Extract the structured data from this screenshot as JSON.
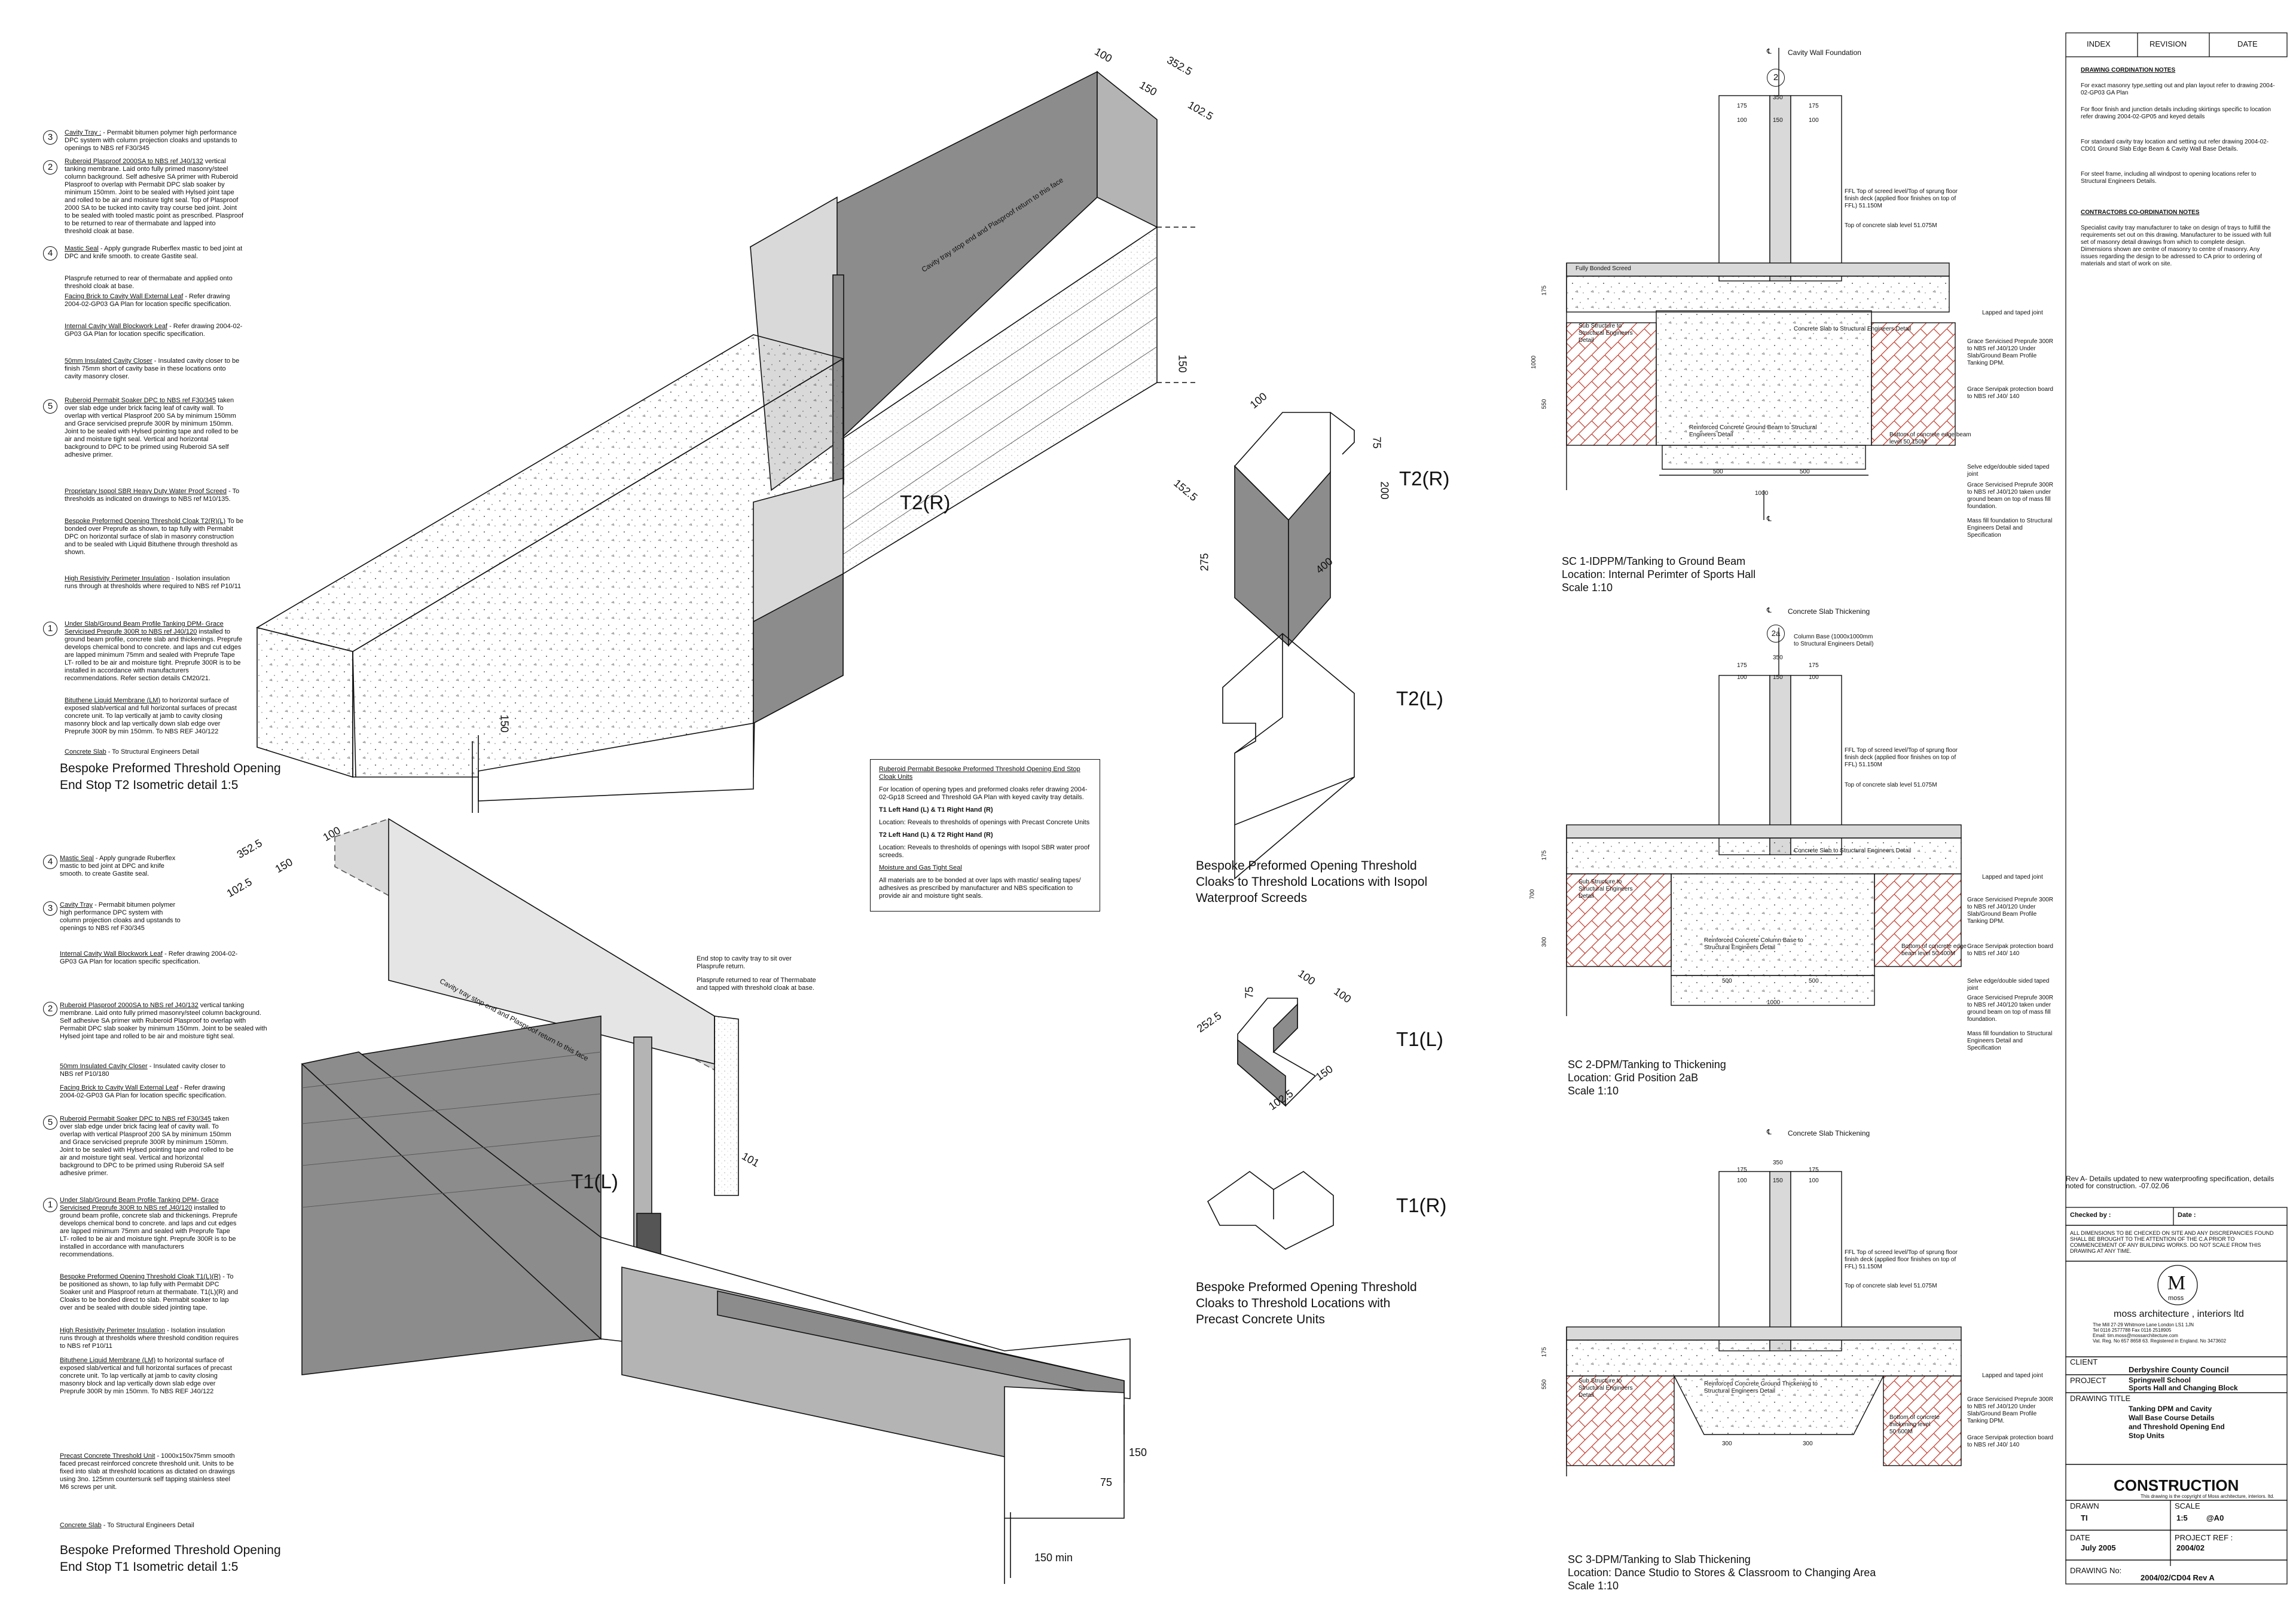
{
  "iso_t2": {
    "title": "Bespoke Preformed Threshold Opening",
    "subtitle": "End Stop T2  Isometric detail 1:5",
    "tag": "T2(R)",
    "tray_label": "Cavity tray stop end and Plasproof return to this face",
    "dims": [
      "100",
      "352.5",
      "150",
      "102.5",
      "150",
      "150"
    ],
    "notes": [
      {
        "num": "3",
        "head": "Cavity Tray :",
        "body": "- Permabit bitumen polymer high performance DPC system with column projection cloaks and upstands to openings to NBS ref F30/345"
      },
      {
        "num": "2",
        "head": "Ruberoid Plasproof 2000SA to NBS ref J40/132",
        "body": "vertical tanking membrane. Laid onto fully primed masonry/steel column background. Self adhesive SA primer with Ruberoid Plasproof to overlap with Permabit DPC slab soaker by minimum 150mm. Joint to be sealed with Hylsed joint tape and rolled to be air and moisture tight seal. Top of Plasproof 2000 SA to be tucked into cavity tray course bed joint. Joint to be sealed with tooled mastic point as prescribed. Plasproof to be returned to rear of thermabate and lapped into threshold cloak at base."
      },
      {
        "num": "4",
        "head": "Mastic Seal",
        "body": "- Apply gungrade Ruberflex mastic to bed joint at DPC and knife smooth. to create Gastite seal."
      },
      {
        "num": "",
        "head": "",
        "body": "Plasprufe returned to rear of thermabate and applied onto threshold cloak at base."
      },
      {
        "num": "",
        "head": "Facing Brick to Cavity Wall External Leaf",
        "body": "- Refer drawing 2004-02-GP03 GA Plan for location specific specification."
      },
      {
        "num": "",
        "head": "Internal Cavity Wall Blockwork Leaf",
        "body": "- Refer drawing 2004-02-GP03 GA Plan for location specific specification."
      },
      {
        "num": "",
        "head": "50mm Insulated Cavity Closer",
        "body": "- Insulated cavity closer to be finish 75mm short of cavity base in these locations onto cavity masonry closer."
      },
      {
        "num": "5",
        "head": "Ruberoid Permabit Soaker DPC to NBS ref F30/345",
        "body": "taken over slab edge under brick facing leaf of cavity wall. To overlap with vertical Plasproof 200 SA by minimum 150mm and Grace servicised preprufe 300R by minimum 150mm. Joint to be sealed with Hylsed pointing tape and rolled to be air and moisture tight seal. Vertical and horizontal background to DPC to be primed using Ruberoid SA self adhesive primer."
      },
      {
        "num": "",
        "head": "Proprietary Isopol SBR Heavy Duty Water Proof Screed",
        "body": "- To thresholds as indicated on drawings to NBS ref M10/135."
      },
      {
        "num": "",
        "head": "Bespoke Preformed Opening Threshold Cloak T2(R)(L)",
        "body": "To be bonded over Preprufe as shown, to tap fully with Permabit DPC on horizontal surface of slab in masonry construction and to be sealed with Liquid Bituthene through threshold as shown."
      },
      {
        "num": "",
        "head": "High Resistivity Perimeter Insulation",
        "body": "- Isolation insulation runs through at thresholds where required to NBS ref P10/11"
      },
      {
        "num": "1",
        "head": "Under Slab/Ground Beam Profile Tanking DPM- Grace Servicised Preprufe 300R to NBS ref J40/120",
        "body": "installed to ground beam profile, concrete slab and thickenings. Preprufe develops chemical bond to concrete. and laps and cut edges are lapped minimum 75mm and sealed with Preprufe Tape LT- rolled to be air and moisture tight. Preprufe 300R is to be installed in accordance with manufacturers recommendations. Refer section details CM20/21."
      },
      {
        "num": "",
        "head": "Bituthene Liquid Membrane (LM)",
        "body": "to horizontal surface of exposed slab/vertical and full horizontal surfaces of precast concrete unit. To lap vertically at jamb to cavity closing masonry block and lap vertically down slab edge over Preprufe 300R by min 150mm. To NBS REF J40/122"
      },
      {
        "num": "",
        "head": "Concrete Slab",
        "body": "- To Structural Engineers Detail"
      }
    ]
  },
  "iso_t1": {
    "title": "Bespoke Preformed Threshold Opening",
    "subtitle": "End Stop T1  Isometric detail 1:5",
    "tag": "T1(L)",
    "tray_label": "Cavity tray stop end and Plasproof return to this face",
    "dims": [
      "352.5",
      "150",
      "100",
      "102.5",
      "101",
      "150",
      "75",
      "150 min"
    ],
    "side_notes": [
      "End stop to cavity tray to sit over Plasprufe return.",
      "Plasprufe returned to rear of Thermabate and tapped with threshold cloak at base."
    ],
    "notes": [
      {
        "num": "4",
        "head": "Mastic Seal",
        "body": "- Apply gungrade Ruberflex mastic to bed joint at DPC and knife smooth. to create Gastite seal."
      },
      {
        "num": "3",
        "head": "Cavity Tray",
        "body": "- Permabit bitumen polymer high performance DPC system with column projection cloaks and upstands to openings to NBS ref F30/345"
      },
      {
        "num": "",
        "head": "Internal Cavity Wall Blockwork Leaf",
        "body": "- Refer drawing 2004-02-GP03 GA Plan for location specific specification."
      },
      {
        "num": "2",
        "head": "Ruberoid Plasproof 2000SA to NBS ref J40/132",
        "body": "vertical tanking membrane. Laid onto fully primed masonry/steel column background. Self adhesive SA primer with Ruberoid Plasproof to overlap with Permabit DPC slab soaker by minimum 150mm. Joint to be sealed with Hylsed joint tape and rolled to be air and moisture tight seal."
      },
      {
        "num": "",
        "head": "50mm Insulated Cavity Closer",
        "body": "- Insulated cavity closer to NBS ref P10/180"
      },
      {
        "num": "",
        "head": "Facing Brick to Cavity Wall External Leaf",
        "body": "- Refer drawing 2004-02-GP03 GA Plan for location specific specification."
      },
      {
        "num": "5",
        "head": "Ruberoid Permabit Soaker DPC to NBS ref F30/345",
        "body": "taken over slab edge under brick facing leaf of cavity wall. To overlap with vertical Plasproof 200 SA by minimum 150mm and Grace servicised preprufe 300R by minimum 150mm. Joint to be sealed with Hylsed pointing tape and rolled to be air and moisture tight seal. Vertical and horizontal background to DPC to be primed using Ruberoid SA self adhesive primer."
      },
      {
        "num": "1",
        "head": "Under Slab/Ground Beam Profile Tanking DPM- Grace Servicised Preprufe 300R to NBS ref J40/120",
        "body": "installed to ground beam profile, concrete slab and thickenings. Preprufe develops chemical bond to concrete. and laps and cut edges are lapped minimum 75mm and sealed with Preprufe Tape LT- rolled to be air and moisture tight. Preprufe 300R is to be installed in accordance with manufacturers recommendations."
      },
      {
        "num": "",
        "head": "Bespoke Preformed Opening Threshold Cloak T1(L)(R)",
        "body": "- To be positioned as shown, to lap fully with Permabit DPC Soaker unit and Plasproof return at thermabate. T1(L)(R) and Cloaks to be bonded direct to slab. Permabit soaker to lap over and be sealed with double sided jointing tape."
      },
      {
        "num": "",
        "head": "High Resistivity Perimeter Insulation",
        "body": "- Isolation insulation runs through at thresholds where threshold condition requires to NBS ref P10/11"
      },
      {
        "num": "",
        "head": "Bituthene Liquid Membrane (LM)",
        "body": "to horizontal surface of exposed slab/vertical and full horizontal surfaces of precast concrete unit. To lap vertically at jamb to cavity closing masonry block and lap vertically down slab edge over Preprufe 300R by min 150mm. To NBS REF J40/122"
      },
      {
        "num": "",
        "head": "Precast Concrete Threshold Unit",
        "body": "- 1000x150x75mm smooth faced precast reinforced concrete threshold unit. Units to be fixed into slab at threshold locations as dictated on drawings using 3no. 125mm countersunk self tapping stainless steel M6 screws per unit."
      },
      {
        "num": "",
        "head": "Concrete Slab",
        "body": "- To Structural Engineers Detail"
      }
    ]
  },
  "cloaks": {
    "t2r": {
      "tag": "T2(R)",
      "dims": [
        "100",
        "75",
        "200",
        "152.5",
        "275",
        "400"
      ]
    },
    "t2l": {
      "tag": "T2(L)"
    },
    "caption_isopol": [
      "Bespoke Preformed Opening Threshold",
      "Cloaks to Threshold Locations with Isopol",
      "Waterproof Screeds"
    ],
    "t1l": {
      "tag": "T1(L)",
      "dims": [
        "100",
        "75",
        "252.5",
        "100",
        "102.5",
        "150"
      ]
    },
    "t1r": {
      "tag": "T1(R)"
    },
    "caption_precast": [
      "Bespoke Preformed Opening Threshold",
      "Cloaks to Threshold Locations with",
      "Precast Concrete Units"
    ]
  },
  "key_notes": {
    "heading": "Ruberoid Permabit Bespoke Preformed Threshold Opening End Stop Cloak Units",
    "p1": "For location of opening types and preformed cloaks refer drawing 2004-02-Gp18 Screed and Threshold GA Plan with keyed cavity tray details.",
    "t1_head": "T1 Left Hand (L) & T1 Right Hand (R)",
    "t1_body": "Location: Reveals to thresholds of openings with Precast Concrete Units",
    "t2_head": "T2 Left Hand (L) & T2 Right Hand (R)",
    "t2_body": "Location: Reveals to thresholds of openings with Isopol SBR water proof screeds.",
    "moist_head": "Moisture and Gas Tight Seal",
    "moist_body": "All materials are to be bonded at over laps with mastic/ sealing tapes/ adhesives as prescribed by manufacturer and NBS specification to provide air and moisture tight seals."
  },
  "sections": [
    {
      "grid": "2",
      "grid_label": "Cavity Wall Foundation",
      "caption": [
        "SC 1-IDPPM/Tanking to Ground Beam",
        "Location: Internal Perimter of Sports Hall",
        "Scale 1:10"
      ],
      "dims": [
        "350",
        "175",
        "175",
        "100",
        "150",
        "100"
      ],
      "left_labels": [
        "Fully Bonded Screed",
        "Sub Structure to Structural Engineers Detail"
      ],
      "centre_labels": [
        "Concrete Slab to Structural Engineers Detail",
        "Reinforced Concrete Ground Beam to Structural Engineers Detail"
      ],
      "right_labels": [
        "FFL Top of screed level/Top of sprung floor finish deck (applied floor finishes on top of FFL) 51.150M",
        "Top of concrete slab level 51.075M",
        "Lapped and taped joint",
        "Grace Servicised Preprufe 300R to NBS ref J40/120 Under Slab/Ground Beam Profile Tanking DPM.",
        "Grace Servipak protection board to NBS ref J40/ 140",
        "Bottom of concrete edge beam level 50.150M",
        "Selve edge/double sided taped joint",
        "Grace Servicised Preprufe 300R to NBS ref J40/120 taken under ground beam on top of mass fill foundation.",
        "Mass fill foundation to Structural Engineers Detail and Specification"
      ],
      "vdims": [
        "175",
        "550",
        "1000"
      ],
      "hdims": [
        "500",
        "500",
        "1000"
      ]
    },
    {
      "grid": "2a",
      "grid_label": "Concrete Slab Thickening",
      "sub_label": [
        "Column Base (1000x1000mm",
        "to Structural Engineers Detail)"
      ],
      "caption": [
        "SC 2-DPM/Tanking to Thickening",
        "Location: Grid Position 2aB",
        "Scale 1:10"
      ],
      "dims": [
        "350",
        "175",
        "175",
        "100",
        "150",
        "100"
      ],
      "left_labels": [
        "Sub Structure to Structural Engineers Detail"
      ],
      "centre_labels": [
        "Concrete Slab to Structural Engineers Detail",
        "Reinforced Concrete Column Base to Structural Engineers Detail"
      ],
      "right_labels": [
        "FFL Top of screed level/Top of sprung floor finish deck (applied floor finishes on top of FFL) 51.150M",
        "Top of concrete slab level 51.075M",
        "Lapped and taped joint",
        "Grace Servicised Preprufe 300R to NBS ref J40/120 Under Slab/Ground Beam Profile Tanking DPM.",
        "Bottom of concrete edge beam level 50.400M",
        "Grace Servipak protection board to NBS ref J40/ 140",
        "Selve edge/double sided taped joint",
        "Grace Servicised Preprufe 300R to NBS ref J40/120 taken under ground beam on top of mass fill foundation.",
        "Mass fill foundation to Structural Engineers Detail and Specification"
      ],
      "vdims": [
        "175",
        "700",
        "300"
      ],
      "hdims": [
        "500",
        "500",
        "1000"
      ]
    },
    {
      "grid": "",
      "grid_label": "Concrete Slab Thickening",
      "caption": [
        "SC 3-DPM/Tanking to Slab Thickening",
        "Location: Dance Studio to Stores & Classroom to Changing Area",
        "Scale 1:10"
      ],
      "dims": [
        "350",
        "175",
        "175",
        "100",
        "150",
        "100"
      ],
      "left_labels": [
        "Sub Structure to Structural Engineers Detail"
      ],
      "centre_labels": [
        "Reinforced Concrete Ground Thickening to Structural Engineers Detail"
      ],
      "right_labels": [
        "FFL Top of screed level/Top of sprung floor finish deck (applied floor finishes on top of FFL) 51.150M",
        "Top of concrete slab level 51.075M",
        "Lapped and taped joint",
        "Grace Servicised Preprufe 300R to NBS ref J40/120 Under Slab/Ground Beam Profile Tanking DPM.",
        "Bottom of concrete thickening level 50.600M",
        "Grace Servipak protection board to NBS ref J40/ 140"
      ],
      "vdims": [
        "175",
        "550"
      ],
      "hdims": [
        "300",
        "300"
      ]
    }
  ],
  "title_block": {
    "header": [
      "INDEX",
      "REVISION",
      "DATE"
    ],
    "coord_head": "DRAWING CORDINATION NOTES",
    "coord_notes": [
      "For exact masonry type,setting out and plan layout refer to drawing 2004-02-GP03 GA Plan",
      "For floor finish and junction details including skirtings specific to location refer drawing 2004-02-GP05 and keyed details",
      "For standard cavity tray location and setting out refer drawing 2004-02-CD01 Ground Slab Edge Beam & Cavity Wall Base Details.",
      "For steel frame, including all windpost to opening locations refer to Structural Engineers Details."
    ],
    "contractor_head": "CONTRACTORS CO-ORDINATION NOTES",
    "contractor_body": "Specialist cavity tray manufacturer to take on design of trays to fulfill the requirements set out on this drawing. Manufacturer to be issued with full set of masonry detail drawings from which to complete design. Dimensions shown are centre of masonry to centre of masonry. Any issues regarding the design to be adressed to CA prior to ordering of materials and start of work on site.",
    "revision_note": "Rev A- Details updated to new waterproofing specification, details noted for construction. -07.02.06",
    "checked_label": "Checked by :",
    "date_label": "Date :",
    "disclaimer": "ALL DIMENSIONS TO BE CHECKED ON SITE AND ANY DISCREPANCIES FOUND SHALL BE BROUGHT TO THE ATTENTION OF THE C.A PRIOR TO COMMENCEMENT OF ANY BUILDING WORKS. DO NOT SCALE FROM THIS DRAWING AT ANY TIME.",
    "logo_letter": "M",
    "logo_word": "moss",
    "firm": "moss architecture , interiors ltd",
    "firm_address": [
      "The Mill 27-29 Whitmore Lane London LS1 1JN",
      "Tel 0116 2577788 Fax 0116 2518905",
      "Email: tim.moss@mossarchitecture.com",
      "Vat. Reg. No 657 8658 63. Registered in England. No 3473602"
    ],
    "client_label": "CLIENT",
    "client": "Derbyshire County Council",
    "project_label": "PROJECT",
    "project": [
      "Springwell School",
      "Sports Hall and Changing Block"
    ],
    "drawing_title_label": "DRAWING TITLE",
    "drawing_title": [
      "Tanking DPM and Cavity",
      "Wall Base Course Details",
      "and Threshold Opening End",
      "Stop Units"
    ],
    "status": "CONSTRUCTION",
    "copyright": "This drawing is the copyright of Moss architecture, interiors. ltd.",
    "drawn_label": "DRAWN",
    "drawn": "TI",
    "scale_label": "SCALE",
    "scale": "1:5",
    "scale_paper": "@A0",
    "date_label2": "DATE",
    "date": "July 2005",
    "ref_label": "PROJECT REF :",
    "ref": "2004/02",
    "drawing_no_label": "DRAWING No:",
    "drawing_no": "2004/02/CD04 Rev A"
  },
  "colors": {
    "ink": "#111111",
    "grey_dark": "#8c8c8c",
    "grey_mid": "#b4b4b4",
    "grey_light": "#d9d9d9",
    "brick": "#c0392b"
  }
}
